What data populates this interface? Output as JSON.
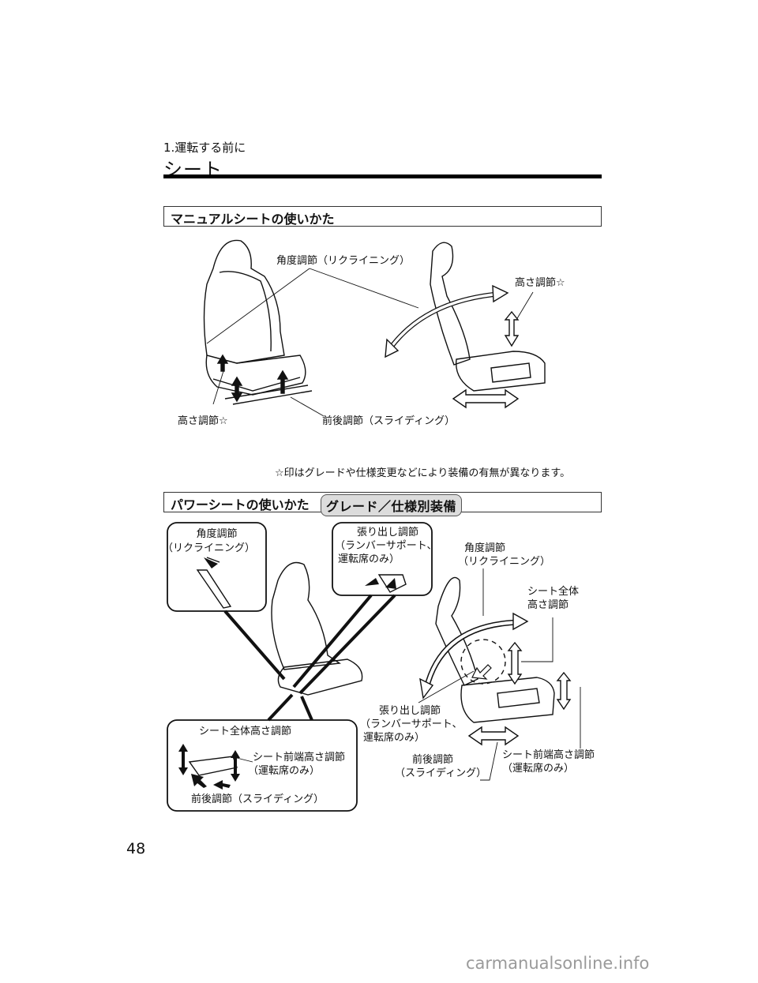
{
  "header": {
    "chapter": "1.運転する前に",
    "title": "シート"
  },
  "manual_section": {
    "heading": "マニュアルシートの使いかた",
    "labels": {
      "recline": "角度調節（リクライニング）",
      "height_right": "高さ調節☆",
      "height_left": "高さ調節☆",
      "slide": "前後調節（スライディング）"
    },
    "note": "☆印はグレードや仕様変更などにより装備の有無が異なります。"
  },
  "power_section": {
    "heading": "パワーシートの使いかた",
    "badge": "グレード／仕様別装備",
    "inset_recline": {
      "line1": "角度調節",
      "line2": "（リクライニング）"
    },
    "inset_lumbar": {
      "line1": "張り出し調節",
      "line2": "（ランバーサポート、",
      "line3": "運転席のみ）"
    },
    "inset_bottom": {
      "seat_height": "シート全体高さ調節",
      "front_height_1": "シート前端高さ調節",
      "front_height_2": "（運転席のみ）",
      "slide": "前後調節（スライディング）"
    },
    "side_labels": {
      "recline_1": "角度調節",
      "recline_2": "（リクライニング）",
      "whole_height_1": "シート全体",
      "whole_height_2": "高さ調節",
      "lumbar_1": "張り出し調節",
      "lumbar_2": "（ランバーサポート、",
      "lumbar_3": "運転席のみ）",
      "slide_1": "前後調節",
      "slide_2": "（スライディング）",
      "front_1": "シート前端高さ調節",
      "front_2": "（運転席のみ）"
    }
  },
  "page_number": "48",
  "footer": "carmanualsonline.info"
}
